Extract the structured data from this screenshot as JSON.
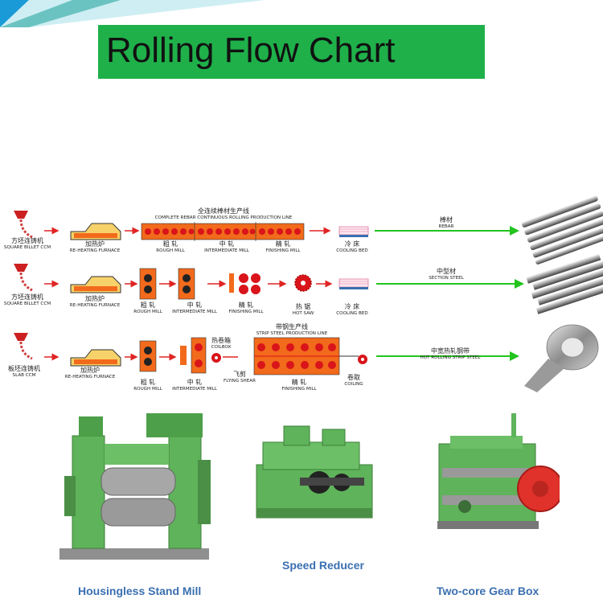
{
  "header": {
    "title": "Rolling Flow Chart"
  },
  "colors": {
    "title_bg": "#1fb04a",
    "arrow_red": "#e02424",
    "arrow_green": "#22c41e",
    "furnace_orange": "#f26a1b",
    "machine_green": "#5fb35a",
    "caption_blue": "#3a6fb0"
  },
  "rows": [
    {
      "caster": {
        "zh": "方坯连铸机",
        "en": "SQUARE BILLET CCM"
      },
      "furnace": {
        "zh": "加热炉",
        "en": "RE-HEATING FURNACE"
      },
      "line_title": {
        "zh": "全连续棒材生产线",
        "en": "COMPLETE REBAR CONTINUOUS ROLLING PRODUCTION LINE"
      },
      "stages": [
        {
          "zh": "粗 轧",
          "en": "ROUGH MILL"
        },
        {
          "zh": "中 轧",
          "en": "INTERMEDIATE MILL"
        },
        {
          "zh": "精 轧",
          "en": "FINISHING MILL"
        },
        {
          "zh": "冷 床",
          "en": "COOLING BED"
        }
      ],
      "product": {
        "zh": "棒材",
        "en": "REBAR"
      }
    },
    {
      "caster": {
        "zh": "方坯连铸机",
        "en": "SQUARE BILLET CCM"
      },
      "furnace": {
        "zh": "加热炉",
        "en": "RE-HEATING FURNACE"
      },
      "stages": [
        {
          "zh": "粗 轧",
          "en": "ROUGH MILL"
        },
        {
          "zh": "中 轧",
          "en": "INTERMEDIATE MILL"
        },
        {
          "zh": "精 轧",
          "en": "FINISHING MILL"
        },
        {
          "zh": "热 锯",
          "en": "HOT SAW"
        },
        {
          "zh": "冷 床",
          "en": "COOLING BED"
        }
      ],
      "product": {
        "zh": "中型材",
        "en": "SECTION STEEL"
      }
    },
    {
      "caster": {
        "zh": "板坯连铸机",
        "en": "SLAB CCM"
      },
      "furnace": {
        "zh": "加热炉",
        "en": "RE-HEATING FURNACE"
      },
      "line_title": {
        "zh": "带钢生产线",
        "en": "STRIP STEEL PRODUCTION LINE"
      },
      "stages": [
        {
          "zh": "粗 轧",
          "en": "ROUGH MILL"
        },
        {
          "zh": "中 轧",
          "en": "INTERMEDIATE MILL"
        },
        {
          "zh": "热卷箱",
          "en": "COILBOX"
        },
        {
          "zh": "飞剪",
          "en": "FLYING SHEAR"
        },
        {
          "zh": "精 轧",
          "en": "FINISHING MILL"
        },
        {
          "zh": "卷取",
          "en": "COILING"
        }
      ],
      "product": {
        "zh": "中宽热轧钢带",
        "en": "HOT ROLLING STRIP STEEL"
      }
    }
  ],
  "equipment": [
    {
      "caption": "Housingless Stand Mill"
    },
    {
      "caption": "Speed Reducer"
    },
    {
      "caption": "Two-core Gear Box"
    }
  ]
}
